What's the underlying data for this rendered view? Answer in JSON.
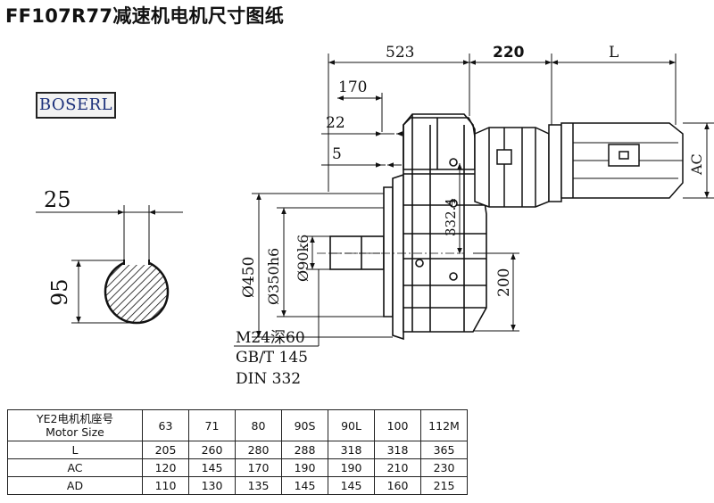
{
  "title": "FF107R77减速机电机尺寸图纸",
  "logo": "BOSERL",
  "dimensions": {
    "d523": "523",
    "d220": "220",
    "dL": "L",
    "d170": "170",
    "d22": "22",
    "d5": "5",
    "dAC": "AC",
    "d25": "25",
    "d95": "95",
    "d450": "Ø450",
    "d350": "Ø350h6",
    "d90": "Ø90k6",
    "d332": "332.4",
    "d200": "200"
  },
  "notes": [
    "M24深60",
    "GB/T 145",
    "DIN 332"
  ],
  "table": {
    "header_cn": "YE2电机机座号",
    "header_en": "Motor Size",
    "sizes": [
      "63",
      "71",
      "80",
      "90S",
      "90L",
      "100",
      "112M"
    ],
    "rows": [
      {
        "label": "L",
        "values": [
          "205",
          "260",
          "280",
          "288",
          "318",
          "318",
          "365"
        ]
      },
      {
        "label": "AC",
        "values": [
          "120",
          "145",
          "170",
          "190",
          "190",
          "210",
          "230"
        ]
      },
      {
        "label": "AD",
        "values": [
          "110",
          "130",
          "135",
          "145",
          "145",
          "160",
          "215"
        ]
      }
    ]
  }
}
